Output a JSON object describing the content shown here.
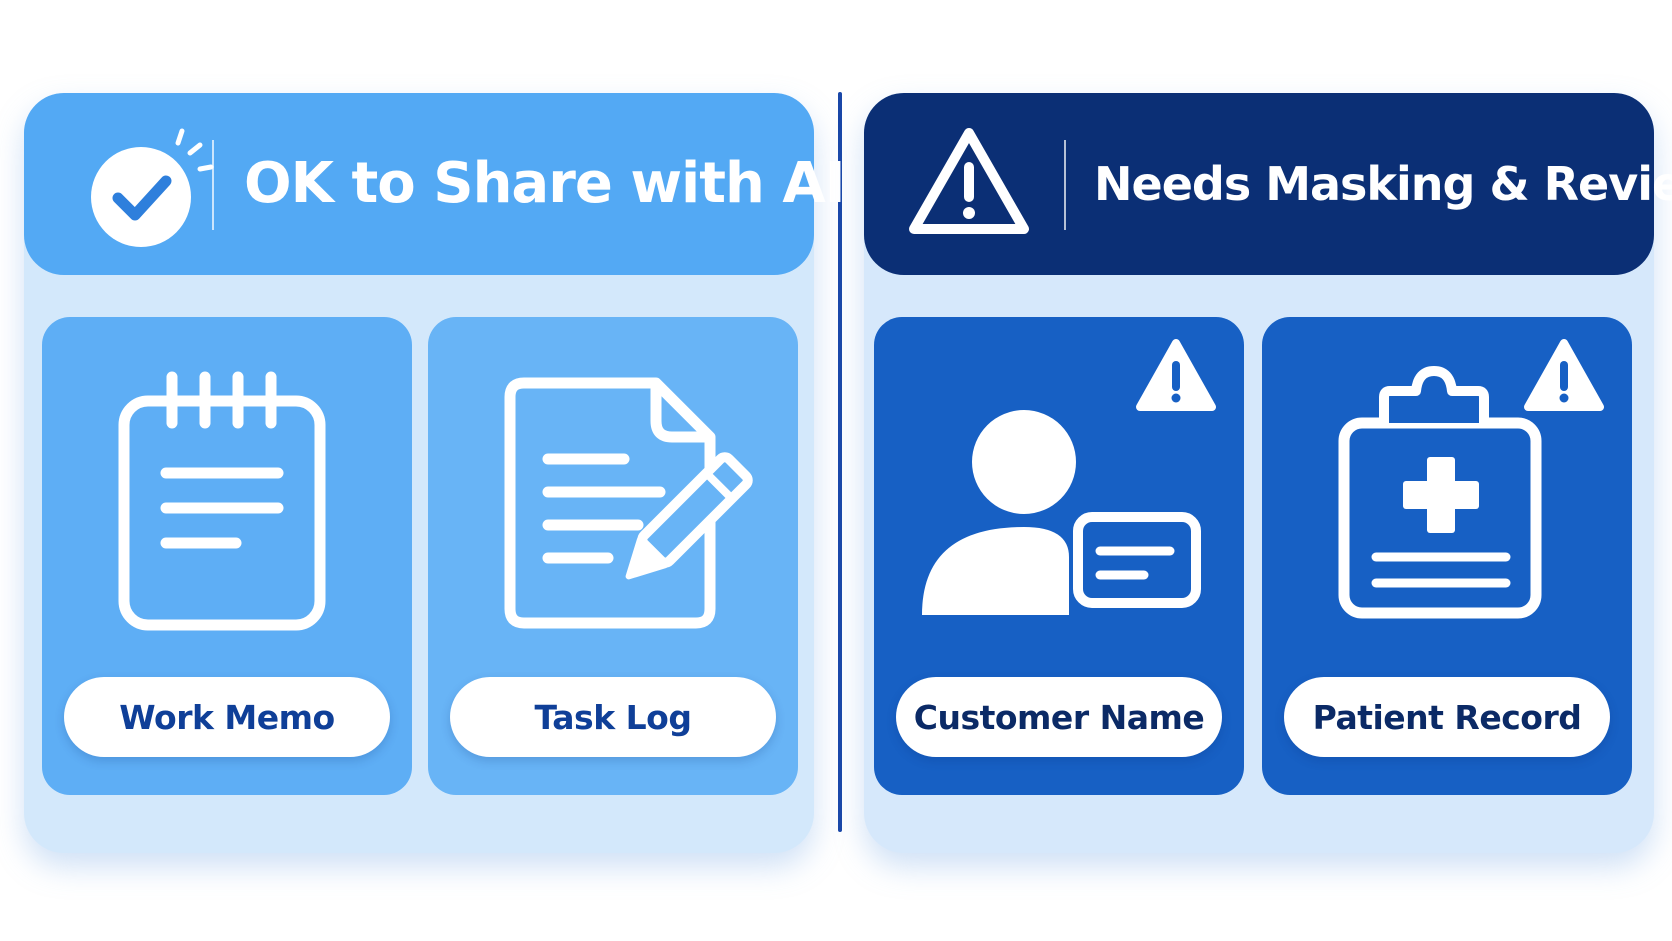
{
  "ok_panel": {
    "title": "OK to Share with AI",
    "header_icon": "check-circle-icon",
    "color": "#53a9f4",
    "items": [
      {
        "label": "Work Memo",
        "icon": "notepad-icon"
      },
      {
        "label": "Task Log",
        "icon": "document-edit-icon"
      }
    ]
  },
  "review_panel": {
    "title": "Needs Masking & Review",
    "header_icon": "warning-triangle-icon",
    "color": "#0b2f75",
    "items": [
      {
        "label": "Customer Name",
        "icon": "person-id-card-icon",
        "badge_icon": "warning-icon"
      },
      {
        "label": "Patient Record",
        "icon": "medical-clipboard-icon",
        "badge_icon": "warning-icon"
      }
    ]
  }
}
